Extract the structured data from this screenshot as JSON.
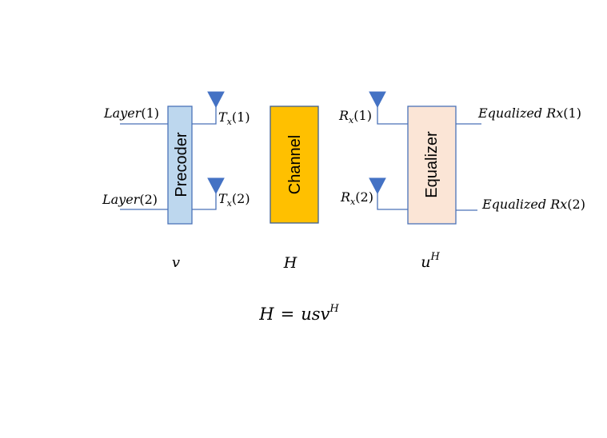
{
  "inputs": {
    "layer1": {
      "name": "Layer",
      "index": "(1)"
    },
    "layer2": {
      "name": "Layer",
      "index": "(2)"
    }
  },
  "blocks": {
    "precoder": "Precoder",
    "channel": "Channel",
    "equalizer": "Equalizer"
  },
  "antennas": {
    "tx1": {
      "base": "T",
      "sub": "x",
      "index": "(1)"
    },
    "tx2": {
      "base": "T",
      "sub": "x",
      "index": "(2)"
    },
    "rx1": {
      "base": "R",
      "sub": "x",
      "index": "(1)"
    },
    "rx2": {
      "base": "R",
      "sub": "x",
      "index": "(2)"
    }
  },
  "outputs": {
    "out1": {
      "name": "Equalized Rx",
      "index": "(1)"
    },
    "out2": {
      "name": "Equalized Rx",
      "index": "(2)"
    }
  },
  "matrix_labels": {
    "precoder": "v",
    "channel": "H",
    "equalizer_base": "u",
    "equalizer_sup": "H"
  },
  "equation": {
    "lhs": "H",
    "op": "=",
    "rhs": "usv",
    "sup": "H"
  },
  "colors": {
    "precoder_fill": "#bdd7ee",
    "precoder_stroke": "#4a72b8",
    "channel_fill": "#ffc000",
    "channel_stroke": "#3f5f8f",
    "equalizer_fill": "#fbe5d6",
    "equalizer_stroke": "#4a72b8",
    "antenna": "#4472c4",
    "wire": "#4a72b8"
  }
}
